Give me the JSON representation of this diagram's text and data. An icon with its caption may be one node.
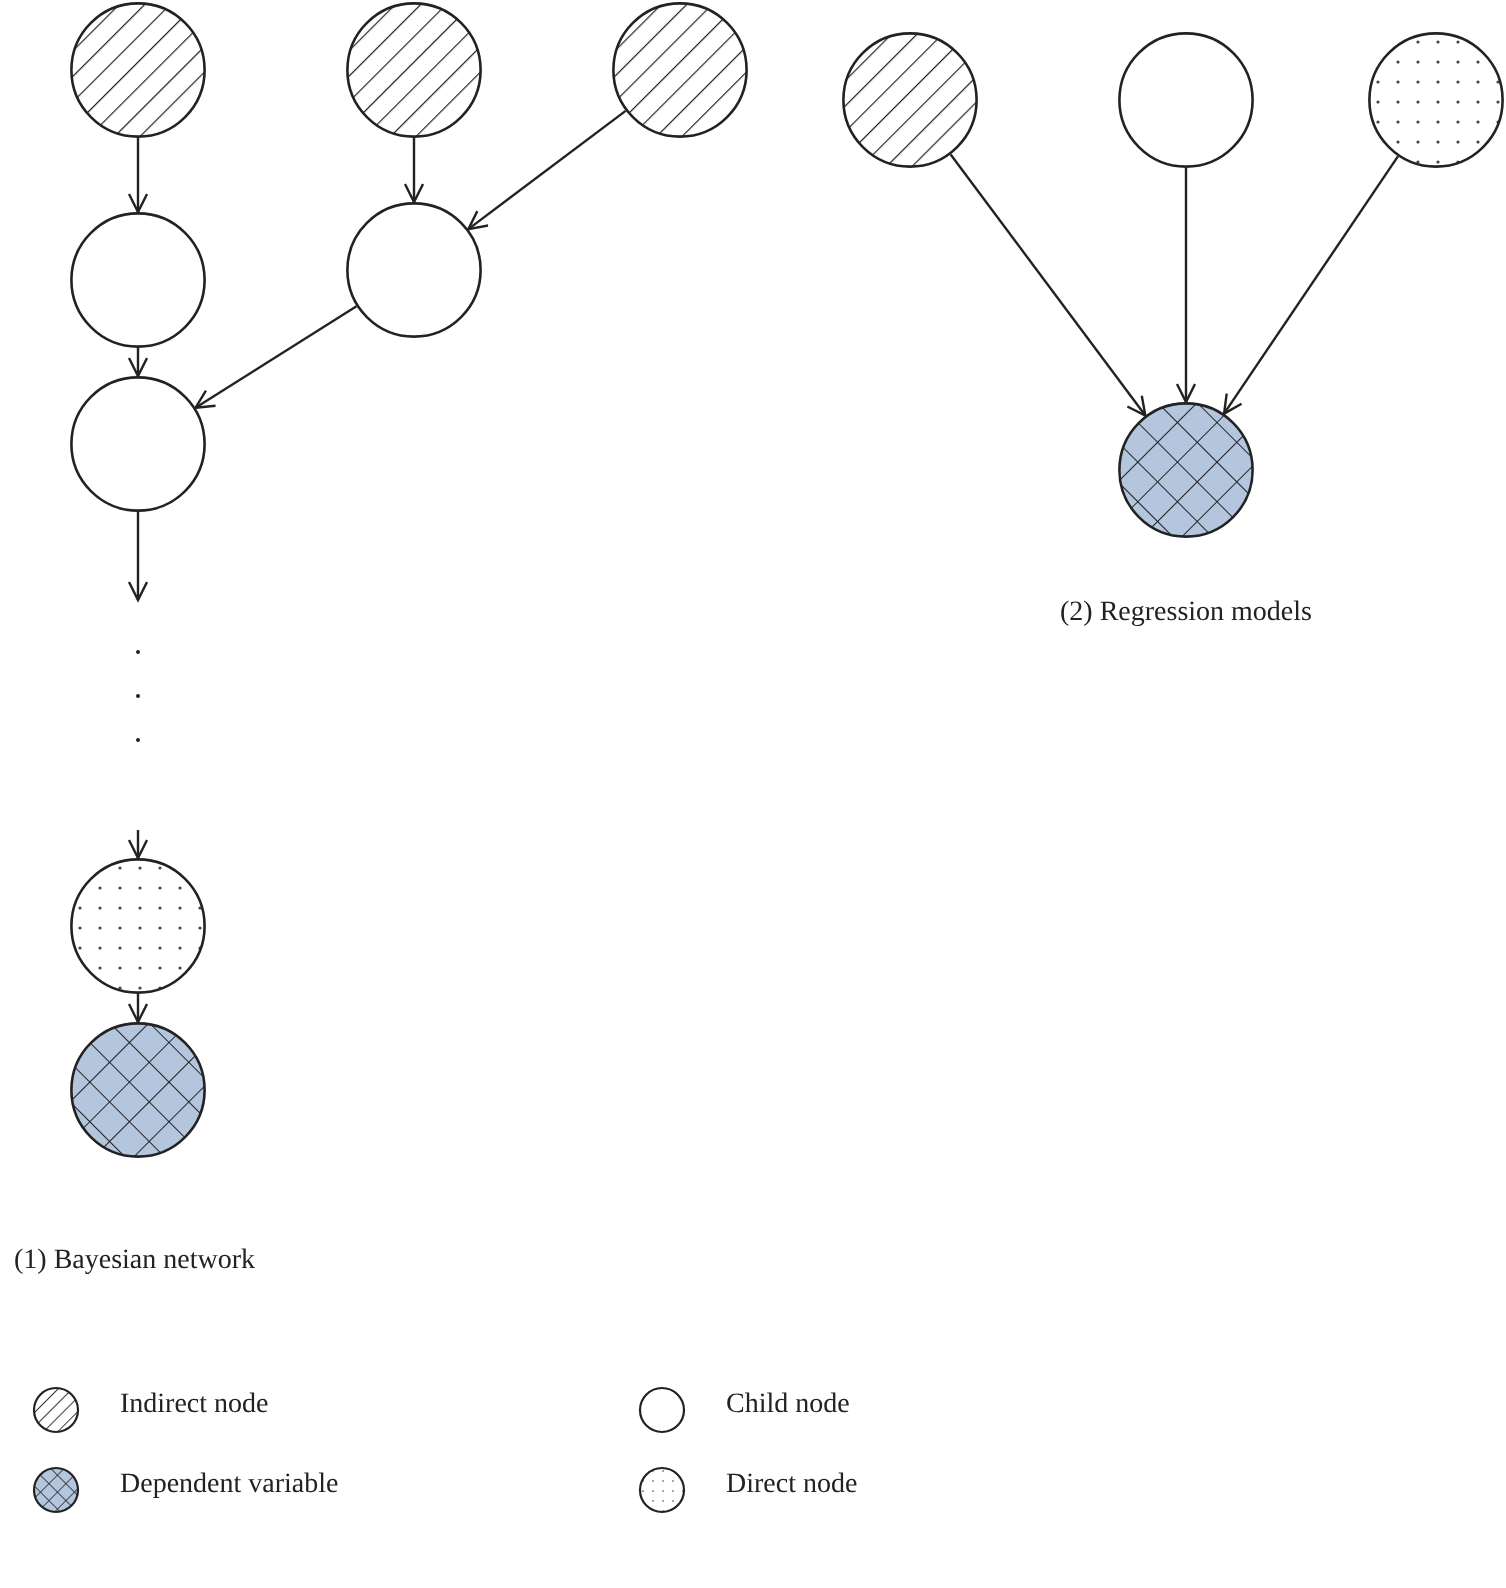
{
  "diagram": {
    "nodes": [
      {
        "text": [],
        "shape": "circle"
      },
      {
        "text": [],
        "shape": "circle"
      },
      {
        "text": [],
        "shape": "circle"
      },
      {
        "text": [],
        "shape": "circle"
      },
      {
        "text": [],
        "shape": "circle"
      },
      {
        "text": [],
        "shape": "circle"
      },
      {
        "text": [],
        "shape": "circle"
      },
      {
        "text": [],
        "shape": "circle"
      },
      {
        "text": [],
        "shape": "circle"
      },
      {
        "text": [],
        "shape": "circle"
      },
      {
        "text": [],
        "shape": "circle"
      },
      {
        "text": [],
        "shape": "circle"
      }
    ],
    "edges": [
      {
        "from": 0,
        "to": 3,
        "arrow": "to"
      },
      {
        "from": 1,
        "to": 4,
        "arrow": "to"
      },
      {
        "from": 2,
        "to": 4,
        "arrow": "to"
      },
      {
        "from": 3,
        "to": 5,
        "arrow": "to"
      },
      {
        "from": 4,
        "to": 5,
        "arrow": "to"
      },
      {
        "from": 5,
        "to": null,
        "arrow": "to"
      },
      {
        "from": null,
        "to": 6,
        "arrow": "to"
      },
      {
        "from": 6,
        "to": 7,
        "arrow": "to"
      },
      {
        "from": 8,
        "to": 11,
        "arrow": "to"
      },
      {
        "from": 9,
        "to": 11,
        "arrow": "to"
      },
      {
        "from": 10,
        "to": 11,
        "arrow": "to"
      }
    ],
    "labels": [
      "(1) Bayesian network",
      "(2) Regression models"
    ],
    "legend": [
      {
        "text": "Indirect node"
      },
      {
        "text": "Child node"
      },
      {
        "text": "Dependent variable"
      },
      {
        "text": "Direct node"
      }
    ]
  }
}
